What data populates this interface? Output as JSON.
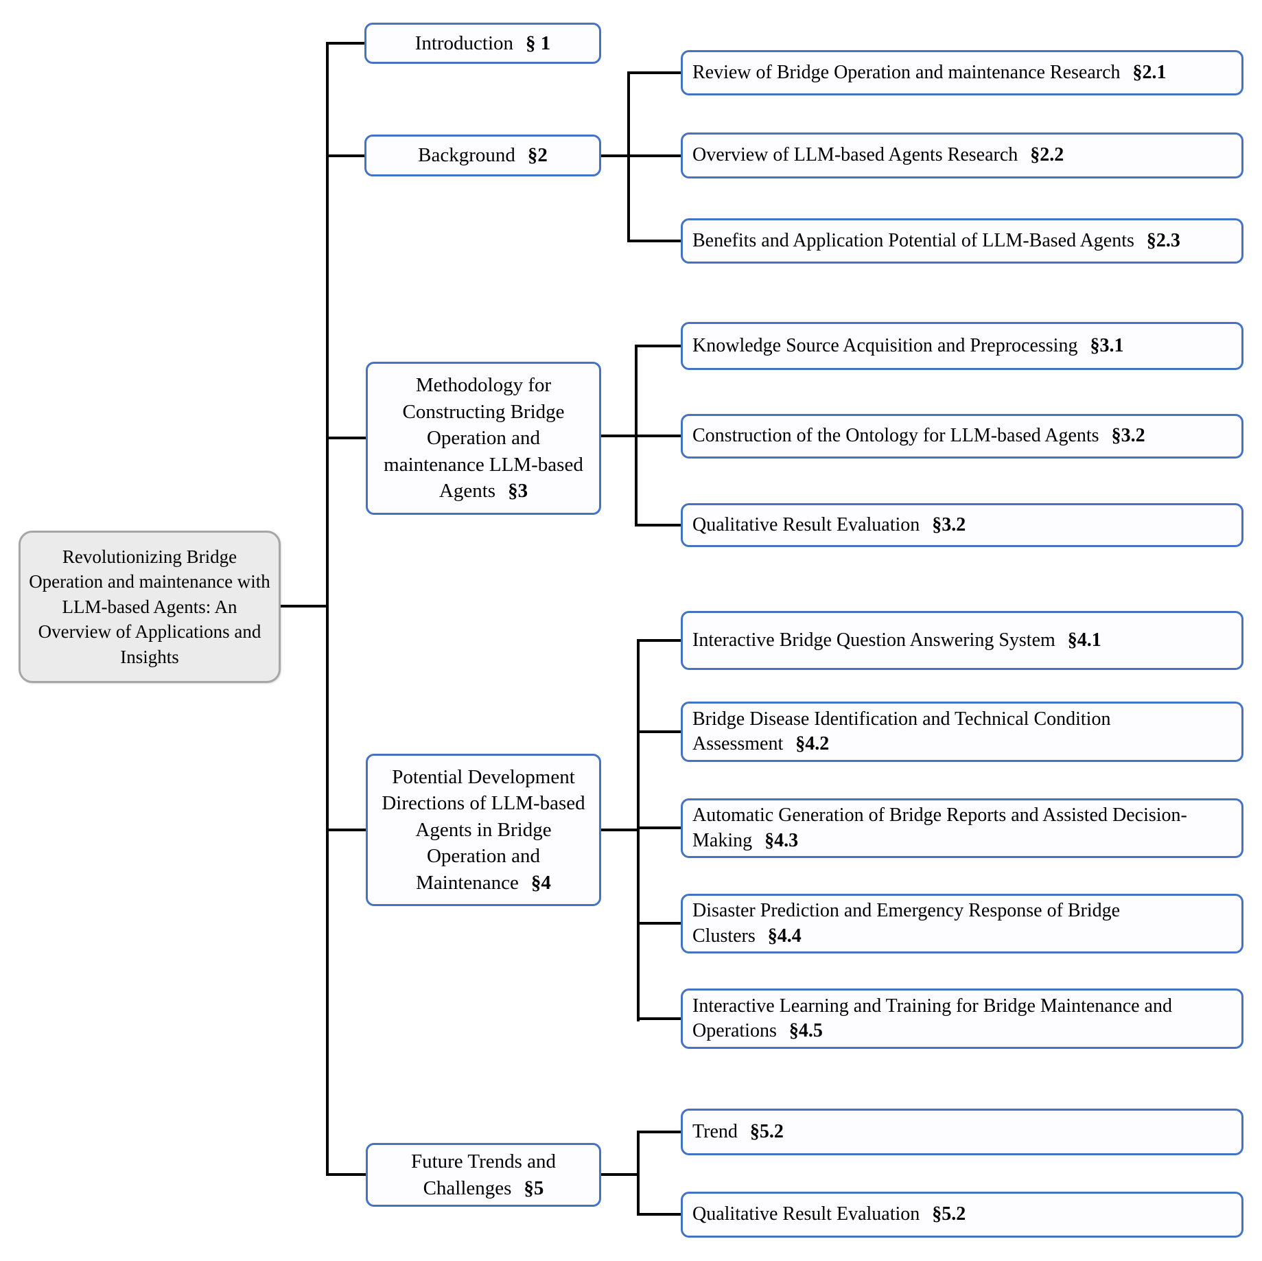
{
  "diagram": {
    "root": {
      "title": "Revolutionizing Bridge Operation and maintenance with LLM-based Agents: An Overview of Applications and Insights"
    },
    "sections": [
      {
        "title": "Introduction",
        "tag": "§ 1",
        "children": []
      },
      {
        "title": "Background",
        "tag": "§2",
        "children": [
          {
            "title": "Review of Bridge Operation and maintenance Research",
            "tag": "§2.1"
          },
          {
            "title": "Overview of LLM-based Agents Research",
            "tag": "§2.2"
          },
          {
            "title": "Benefits and Application Potential of LLM-Based Agents",
            "tag": "§2.3"
          }
        ]
      },
      {
        "title": "Methodology for Constructing Bridge Operation and maintenance LLM-based Agents",
        "tag": "§3",
        "children": [
          {
            "title": "Knowledge Source Acquisition and Preprocessing",
            "tag": "§3.1"
          },
          {
            "title": "Construction of the Ontology for LLM-based Agents",
            "tag": "§3.2"
          },
          {
            "title": "Qualitative Result Evaluation",
            "tag": "§3.2"
          }
        ]
      },
      {
        "title": "Potential Development Directions of LLM-based Agents in Bridge Operation and Maintenance",
        "tag": "§4",
        "children": [
          {
            "title": "Interactive Bridge Question Answering System",
            "tag": "§4.1"
          },
          {
            "title": "Bridge Disease Identification and Technical Condition Assessment",
            "tag": "§4.2"
          },
          {
            "title": "Automatic Generation of Bridge Reports and Assisted Decision-Making",
            "tag": "§4.3"
          },
          {
            "title": "Disaster Prediction and Emergency Response of Bridge Clusters",
            "tag": "§4.4"
          },
          {
            "title": "Interactive Learning and Training for Bridge Maintenance and Operations",
            "tag": "§4.5"
          }
        ]
      },
      {
        "title": "Future Trends and Challenges",
        "tag": "§5",
        "children": [
          {
            "title": "Trend",
            "tag": "§5.2"
          },
          {
            "title": "Qualitative Result Evaluation",
            "tag": "§5.2"
          }
        ]
      }
    ],
    "colors": {
      "node_border": "#4472C4",
      "node_fill": "#fdfdff",
      "root_fill": "#ebebeb",
      "root_border": "#a6a6a6",
      "line": "#000000"
    }
  }
}
